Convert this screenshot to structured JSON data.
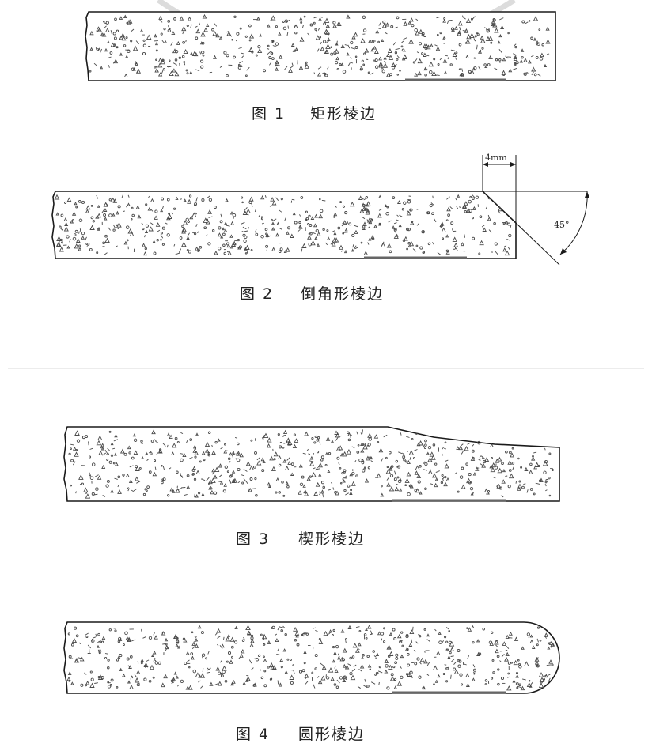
{
  "figures": [
    {
      "number": "图 1",
      "caption": "矩形棱边"
    },
    {
      "number": "图 2",
      "caption": "倒角形棱边"
    },
    {
      "number": "图 3",
      "caption": "楔形棱边"
    },
    {
      "number": "图 4",
      "caption": "圆形棱边"
    }
  ],
  "dimensions": {
    "width_label": "4mm",
    "angle_label": "45°"
  },
  "colors": {
    "outline": "#1a1a1a",
    "tape": "#666666",
    "divider": "#e6e6e6",
    "watermark": "#dcdcdc"
  }
}
